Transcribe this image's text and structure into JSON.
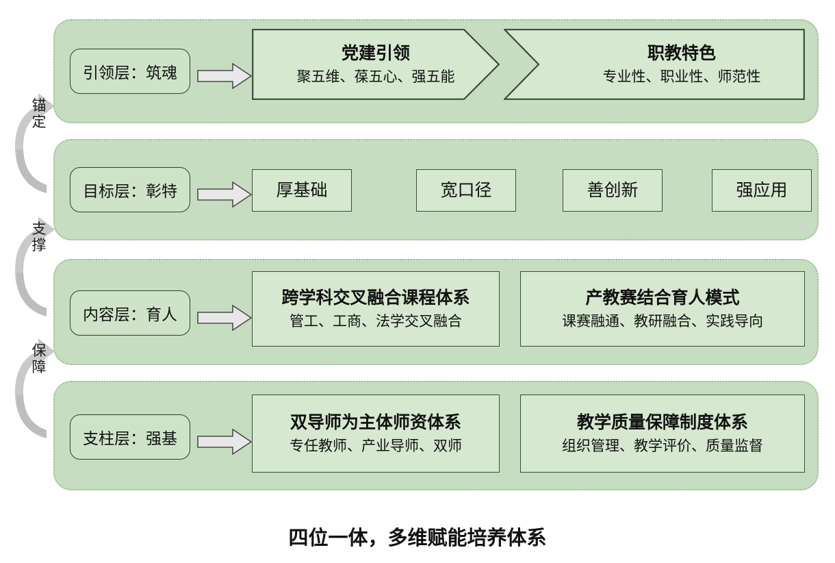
{
  "caption": "四位一体，多维赋能培养体系",
  "colors": {
    "row_band": "#c7ddc1",
    "row_border": "#9bbf93",
    "box_fill": "#d6e8d0",
    "box_border": "#3b4b38",
    "pill_fill": "#cfe3c9",
    "pill_border": "#2f3f2c",
    "connector_fill": "#e8e8e8",
    "connector_border": "#4a4a4a",
    "side_arrow_fill": "#c9c9c9",
    "text": "#111111"
  },
  "side_arrows": [
    {
      "label": "锚定",
      "icon": "curved-arrow-up-icon"
    },
    {
      "label": "支撑",
      "icon": "curved-arrow-up-icon"
    },
    {
      "label": "保障",
      "icon": "curved-arrow-up-icon"
    }
  ],
  "connector_icon": "right-block-arrow-icon",
  "rows": [
    {
      "id": "leading",
      "pill": "引领层：筑魂",
      "items": [
        {
          "shape": "pentagon",
          "title": "党建引领",
          "sub": "聚五维、葆五心、强五能"
        },
        {
          "shape": "chevron",
          "title": "职教特色",
          "sub": "专业性、职业性、师范性"
        }
      ]
    },
    {
      "id": "goal",
      "pill": "目标层：彰特",
      "items": [
        {
          "shape": "rect",
          "title": "厚基础",
          "sub": ""
        },
        {
          "shape": "rect",
          "title": "宽口径",
          "sub": ""
        },
        {
          "shape": "rect",
          "title": "善创新",
          "sub": ""
        },
        {
          "shape": "rect",
          "title": "强应用",
          "sub": ""
        }
      ]
    },
    {
      "id": "content",
      "pill": "内容层：育人",
      "items": [
        {
          "shape": "rect",
          "title": "跨学科交叉融合课程体系",
          "sub": "管工、工商、法学交叉融合"
        },
        {
          "shape": "rect",
          "title": "产教赛结合育人模式",
          "sub": "课赛融通、教研融合、实践导向"
        }
      ]
    },
    {
      "id": "pillar",
      "pill": "支柱层：强基",
      "items": [
        {
          "shape": "rect",
          "title": "双导师为主体师资体系",
          "sub": "专任教师、产业导师、双师"
        },
        {
          "shape": "rect",
          "title": "教学质量保障制度体系",
          "sub": "组织管理、教学评价、质量监督"
        }
      ]
    }
  ]
}
